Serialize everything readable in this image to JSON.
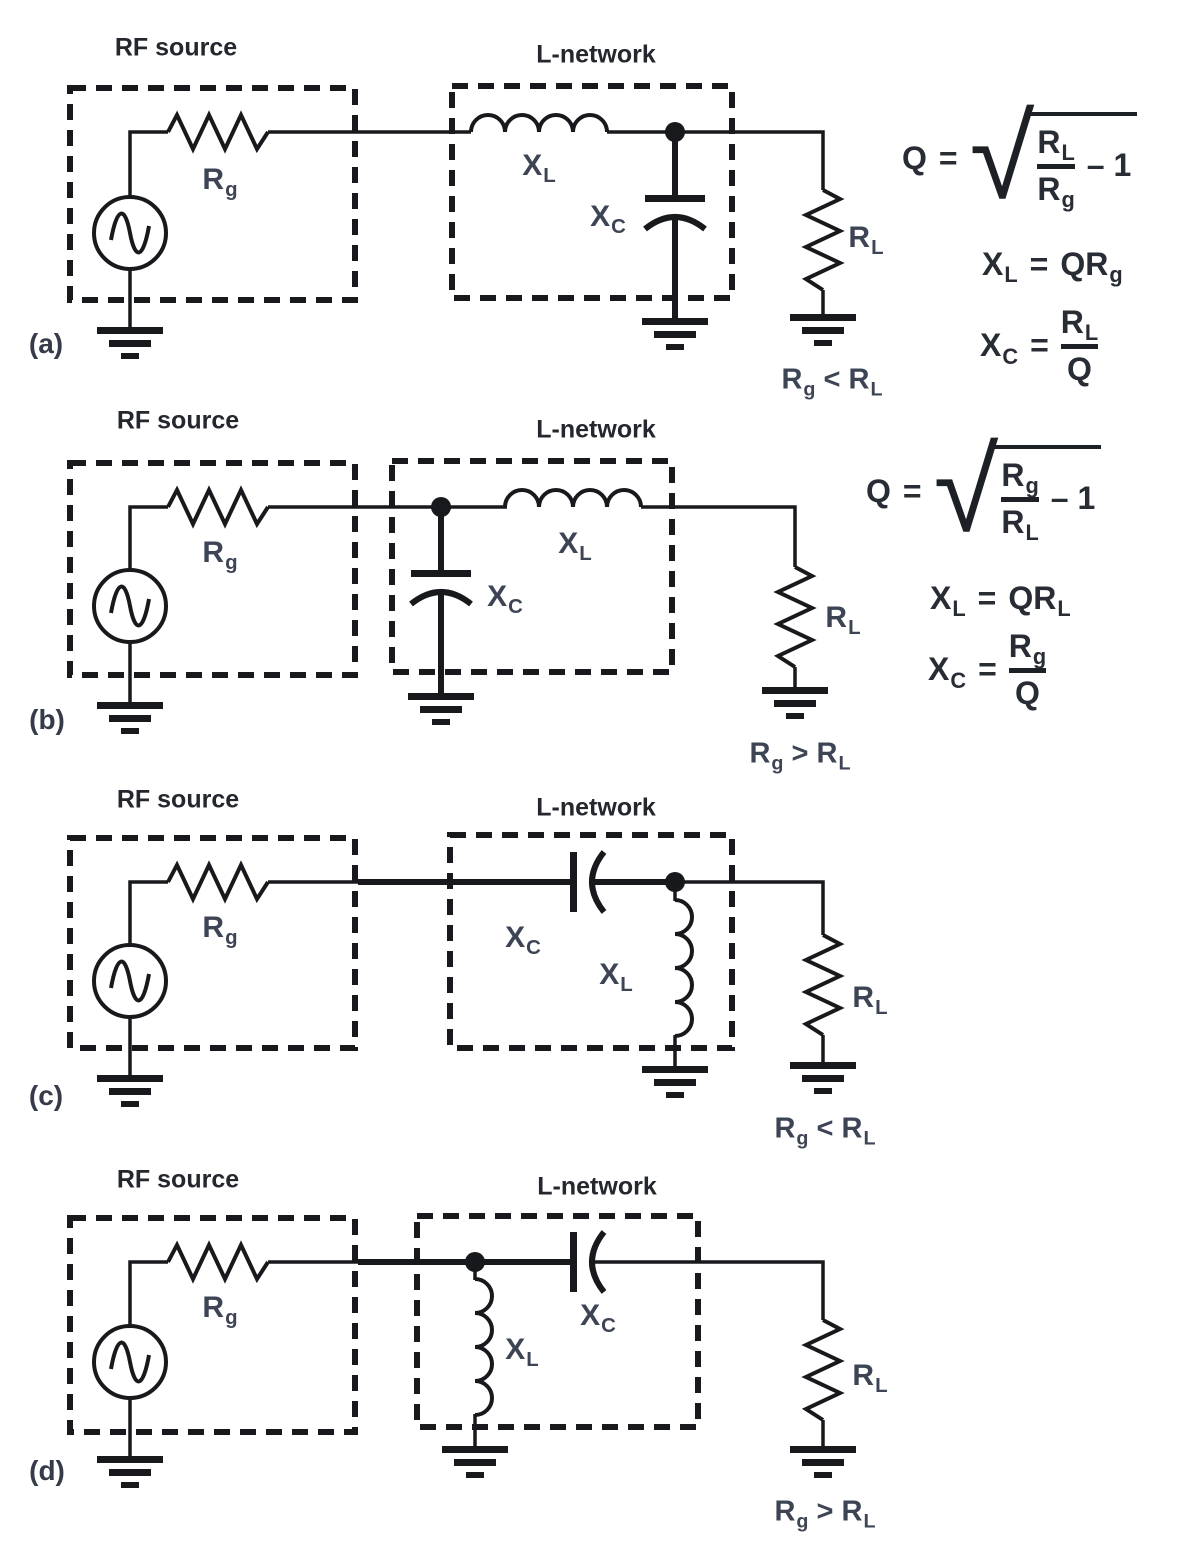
{
  "colors": {
    "ink": "#17191c",
    "label": "#3d4454",
    "title": "#24272d",
    "formula": "#282c34"
  },
  "circuits": [
    {
      "tag": "(a)",
      "rf_title": "RF source",
      "ln_title": "L-network",
      "rg_base": "R",
      "rg_sub": "g",
      "xl_base": "X",
      "xl_sub": "L",
      "xc_base": "X",
      "xc_sub": "C",
      "rl_base": "R",
      "rl_sub": "L",
      "cond_lhs_base": "R",
      "cond_lhs_sub": "g",
      "cond_op": "<",
      "cond_rhs_base": "R",
      "cond_rhs_sub": "L"
    },
    {
      "tag": "(b)",
      "rf_title": "RF source",
      "ln_title": "L-network",
      "rg_base": "R",
      "rg_sub": "g",
      "xl_base": "X",
      "xl_sub": "L",
      "xc_base": "X",
      "xc_sub": "C",
      "rl_base": "R",
      "rl_sub": "L",
      "cond_lhs_base": "R",
      "cond_lhs_sub": "g",
      "cond_op": ">",
      "cond_rhs_base": "R",
      "cond_rhs_sub": "L"
    },
    {
      "tag": "(c)",
      "rf_title": "RF source",
      "ln_title": "L-network",
      "rg_base": "R",
      "rg_sub": "g",
      "xl_base": "X",
      "xl_sub": "L",
      "xc_base": "X",
      "xc_sub": "C",
      "rl_base": "R",
      "rl_sub": "L",
      "cond_lhs_base": "R",
      "cond_lhs_sub": "g",
      "cond_op": "<",
      "cond_rhs_base": "R",
      "cond_rhs_sub": "L"
    },
    {
      "tag": "(d)",
      "rf_title": "RF source",
      "ln_title": "L-network",
      "rg_base": "R",
      "rg_sub": "g",
      "xl_base": "X",
      "xl_sub": "L",
      "xc_base": "X",
      "xc_sub": "C",
      "rl_base": "R",
      "rl_sub": "L",
      "cond_lhs_base": "R",
      "cond_lhs_sub": "g",
      "cond_op": ">",
      "cond_rhs_base": "R",
      "cond_rhs_sub": "L"
    }
  ],
  "formulas": [
    {
      "q_lhs": "Q",
      "eq": "=",
      "radical": "√",
      "sqrt_num_base": "R",
      "sqrt_num_sub": "L",
      "sqrt_den_base": "R",
      "sqrt_den_sub": "g",
      "minus_one": "– 1",
      "xl_lhs_base": "X",
      "xl_lhs_sub": "L",
      "xl_eq": "=",
      "xl_rhs_base": "QR",
      "xl_rhs_sub": "g",
      "xc_lhs_base": "X",
      "xc_lhs_sub": "C",
      "xc_eq": "=",
      "xc_num_base": "R",
      "xc_num_sub": "L",
      "xc_den": "Q"
    },
    {
      "q_lhs": "Q",
      "eq": "=",
      "radical": "√",
      "sqrt_num_base": "R",
      "sqrt_num_sub": "g",
      "sqrt_den_base": "R",
      "sqrt_den_sub": "L",
      "minus_one": "– 1",
      "xl_lhs_base": "X",
      "xl_lhs_sub": "L",
      "xl_eq": "=",
      "xl_rhs_base": "QR",
      "xl_rhs_sub": "L",
      "xc_lhs_base": "X",
      "xc_lhs_sub": "C",
      "xc_eq": "=",
      "xc_num_base": "R",
      "xc_num_sub": "g",
      "xc_den": "Q"
    }
  ]
}
